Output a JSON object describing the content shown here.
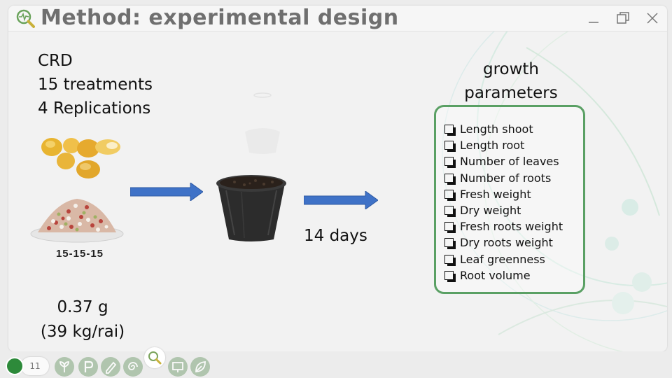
{
  "slide": {
    "title": "Method: experimental design",
    "design_lines": [
      "CRD",
      "15 treatments",
      "4 Replications"
    ],
    "fertilizer_label": "15-15-15",
    "dose_amount": "0.37 g",
    "dose_rate": "(39 kg/rai)",
    "duration": "14 days",
    "params_title_line1": "growth",
    "params_title_line2": "parameters",
    "parameters": [
      "Length shoot",
      "Length root",
      "Number of leaves",
      "Number of roots",
      "Fresh weight",
      "Dry weight",
      "Fresh roots weight",
      "Dry roots weight",
      "Leaf greenness",
      "Root volume"
    ]
  },
  "taskbar": {
    "page_number": "11",
    "buttons": [
      "sprout-icon",
      "p-icon",
      "pencil-icon",
      "spiral-icon",
      "search-icon",
      "screen-icon",
      "leaf-icon"
    ]
  },
  "colors": {
    "title": "#6f6f6f",
    "arrow": "#3f72c7",
    "box_border": "#5aa064",
    "brand": "#2d8a3a"
  }
}
